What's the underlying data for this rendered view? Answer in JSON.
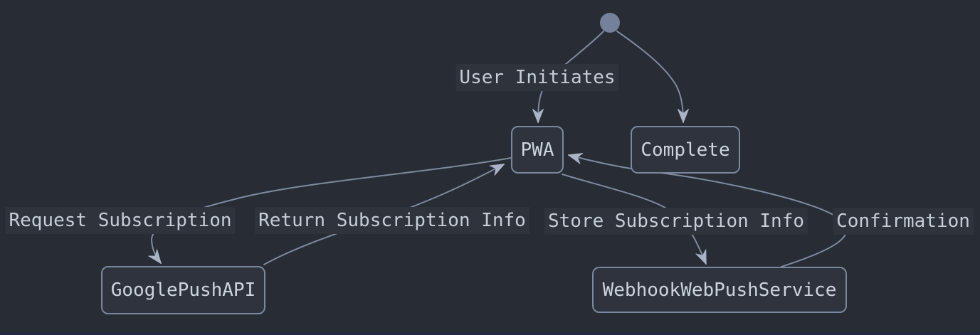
{
  "diagram": {
    "kind": "state-diagram",
    "nodes": [
      {
        "id": "PWA",
        "label": "PWA"
      },
      {
        "id": "Complete",
        "label": "Complete"
      },
      {
        "id": "GooglePushAPI",
        "label": "GooglePushAPI"
      },
      {
        "id": "WebhookWebPushService",
        "label": "WebhookWebPushService"
      }
    ],
    "initial_state": {
      "shape": "filled-circle",
      "color": "#75819a"
    },
    "edges": [
      {
        "from": "initial",
        "to": "PWA",
        "label": "User Initiates"
      },
      {
        "from": "initial",
        "to": "Complete",
        "label": ""
      },
      {
        "from": "PWA",
        "to": "GooglePushAPI",
        "label": "Request Subscription"
      },
      {
        "from": "GooglePushAPI",
        "to": "PWA",
        "label": "Return Subscription Info"
      },
      {
        "from": "PWA",
        "to": "WebhookWebPushService",
        "label": "Store Subscription Info"
      },
      {
        "from": "WebhookWebPushService",
        "to": "PWA",
        "label": "Confirmation"
      }
    ],
    "colors": {
      "background": "#282c34",
      "node_fill": "#2e333d",
      "node_border": "#7b879c",
      "node_text": "#ced4dd",
      "edge_line": "#7e8a9d",
      "arrowhead": "#aab4c4",
      "label_background": "#2e333c",
      "label_text": "#c7cdd7",
      "bottom_strip": "#242a3d"
    }
  }
}
